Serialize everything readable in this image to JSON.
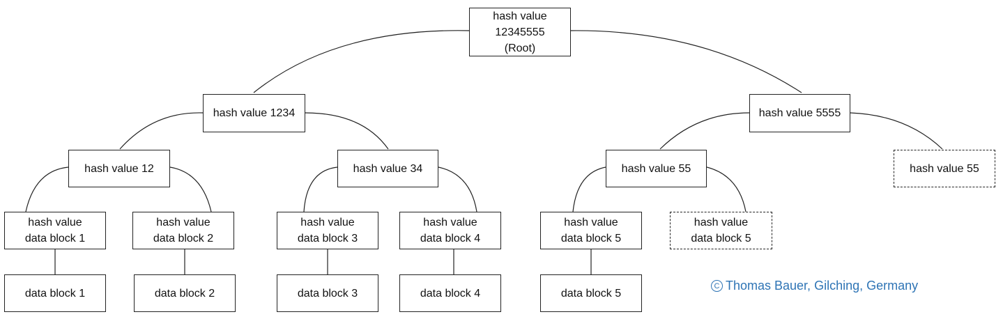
{
  "nodes": {
    "root": {
      "lines": [
        "hash value",
        "12345555",
        "(Root)"
      ]
    },
    "h1234": {
      "lines": [
        "hash value 1234"
      ]
    },
    "h5555": {
      "lines": [
        "hash value 5555"
      ]
    },
    "h12": {
      "lines": [
        "hash value 12"
      ]
    },
    "h34": {
      "lines": [
        "hash value 34"
      ]
    },
    "h55": {
      "lines": [
        "hash value 55"
      ]
    },
    "h55dup": {
      "lines": [
        "hash value 55"
      ]
    },
    "hdb1": {
      "lines": [
        "hash value",
        "data block 1"
      ]
    },
    "hdb2": {
      "lines": [
        "hash value",
        "data block 2"
      ]
    },
    "hdb3": {
      "lines": [
        "hash value",
        "data block 3"
      ]
    },
    "hdb4": {
      "lines": [
        "hash value",
        "data block 4"
      ]
    },
    "hdb5": {
      "lines": [
        "hash value",
        "data block 5"
      ]
    },
    "hdb5dup": {
      "lines": [
        "hash value",
        "data block 5"
      ]
    },
    "db1": {
      "lines": [
        "data block 1"
      ]
    },
    "db2": {
      "lines": [
        "data block 2"
      ]
    },
    "db3": {
      "lines": [
        "data block 3"
      ]
    },
    "db4": {
      "lines": [
        "data block 4"
      ]
    },
    "db5": {
      "lines": [
        "data block 5"
      ]
    }
  },
  "copyright": {
    "symbol": "C",
    "text": "Thomas Bauer, Gilching, Germany",
    "color": "#2e74b5"
  }
}
